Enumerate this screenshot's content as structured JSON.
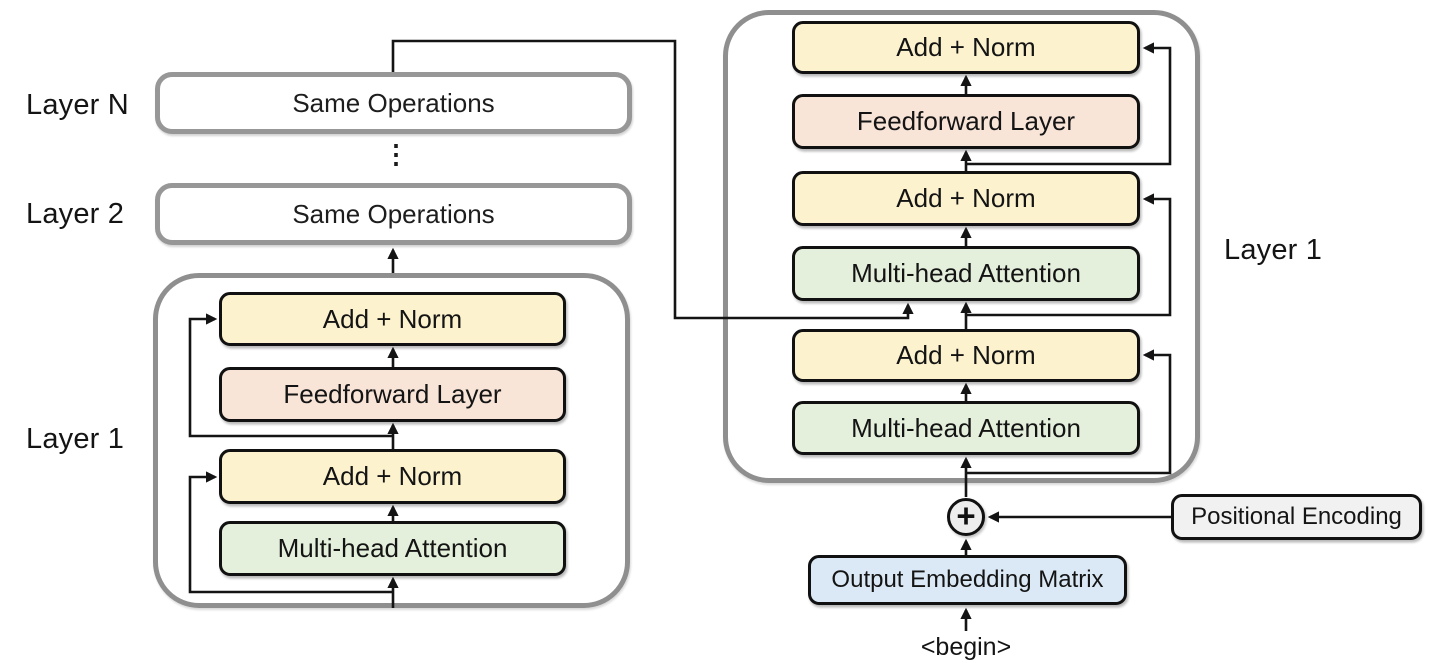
{
  "encoder": {
    "layer_n_label": "Layer N",
    "layer_2_label": "Layer 2",
    "layer_1_label": "Layer 1",
    "layer_n_box": "Same Operations",
    "layer_2_box": "Same Operations",
    "ellipsis": "⋮",
    "blocks": {
      "add_norm_top": "Add + Norm",
      "feedforward": "Feedforward Layer",
      "add_norm_bottom": "Add + Norm",
      "attention": "Multi-head Attention"
    }
  },
  "decoder": {
    "layer_1_label": "Layer 1",
    "blocks": {
      "add_norm_1": "Add + Norm",
      "feedforward": "Feedforward Layer",
      "add_norm_2": "Add + Norm",
      "cross_attention": "Multi-head Attention",
      "add_norm_3": "Add + Norm",
      "self_attention": "Multi-head Attention"
    }
  },
  "io": {
    "plus": "+",
    "positional_encoding": "Positional Encoding",
    "output_embedding": "Output Embedding Matrix",
    "begin_token": "<begin>"
  },
  "colors": {
    "add_norm": "#FCF2CE",
    "feedforward": "#F9E4D8",
    "attention": "#E4F0DC",
    "embedding": "#DBE9F6",
    "encoding": "#F1F1F1",
    "plus_bg": "#EDEDED",
    "container_border": "#8F8F8F",
    "line": "#141414"
  }
}
